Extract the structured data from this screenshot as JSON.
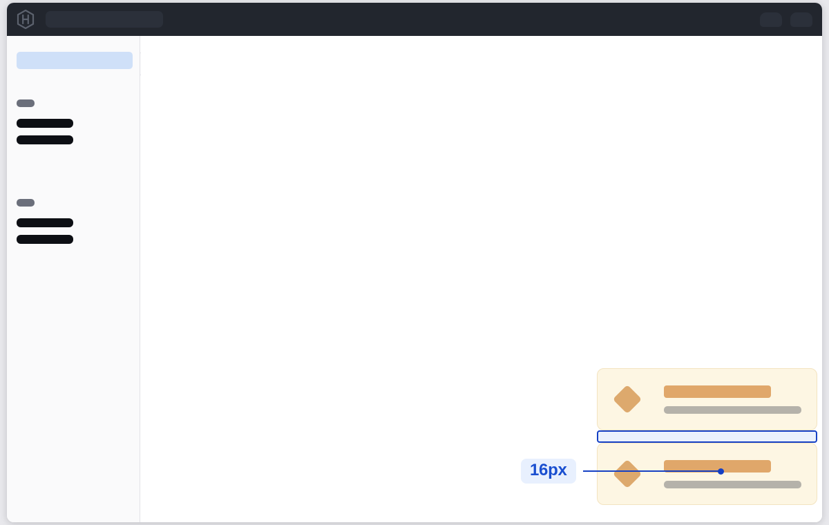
{
  "window": {
    "name": "design-inspector-window"
  },
  "topbar": {
    "logo_icon": "hexagon-h-logo-icon",
    "omnibar": {
      "name": "omnibar-search-input",
      "value": "",
      "placeholder": ""
    },
    "actions": [
      {
        "name": "topbar-action-slot-1",
        "icon": "avatar-placeholder-icon"
      },
      {
        "name": "topbar-action-slot-2",
        "icon": "avatar-placeholder-icon"
      }
    ]
  },
  "sidebar": {
    "active_item": {
      "name": "sidebar-active-item",
      "label": ""
    },
    "notch": {
      "name": "sidebar-edge-notch"
    },
    "groups": [
      {
        "name": "sidebar-group-1",
        "label": "",
        "items": [
          {
            "name": "sidebar-item-1-1",
            "label": ""
          },
          {
            "name": "sidebar-item-1-2",
            "label": ""
          }
        ]
      },
      {
        "name": "sidebar-group-2",
        "label": "",
        "items": [
          {
            "name": "sidebar-item-2-1",
            "label": ""
          },
          {
            "name": "sidebar-item-2-2",
            "label": ""
          }
        ]
      }
    ]
  },
  "main": {
    "cards": [
      {
        "name": "skeleton-card-top",
        "icon": "diamond-icon",
        "title": "",
        "subtitle": ""
      },
      {
        "name": "skeleton-card-bottom",
        "icon": "diamond-icon",
        "title": "",
        "subtitle": ""
      }
    ],
    "measurement": {
      "name": "spacing-measurement",
      "label": "16px",
      "value": 16,
      "unit": "px",
      "target": "gap-between-cards",
      "accent_color": "#1540c4",
      "badge_background": "#e8f0fe",
      "highlight_fill": "#eaf1fd"
    }
  },
  "colors": {
    "topbar_background": "#22262e",
    "sidebar_background": "#fafafb",
    "canvas_background": "#ffffff",
    "active_item": "#cfe0f8",
    "card_background": "#fdf6e3",
    "card_border": "#f3e3c0",
    "card_accent": "#e0a76a",
    "card_muted": "#b5b2aa",
    "measure_accent": "#1540c4"
  }
}
